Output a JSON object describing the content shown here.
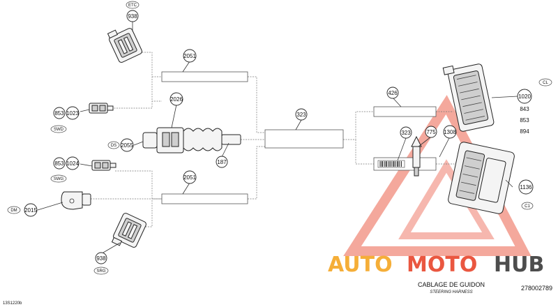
{
  "diagram": {
    "title": "CABLAGE DE GUIDON",
    "subtitle": "STEERING HARNESS",
    "part_number": "278002789",
    "figure_code": "13S1220b"
  },
  "callouts": {
    "etc_tag": "ETC",
    "etc_part": "938",
    "harness_top": "2051",
    "switch_part": "2026",
    "swd_part_a": "853",
    "swd_part_b": "1023",
    "swd_tag": "SWD",
    "ds_tag": "DS",
    "ds_part": "2055",
    "clamp_part": "187",
    "main_harness": "323",
    "swg_part_a": "853",
    "swg_part_b": "1024",
    "swg_tag": "SWG",
    "harness_bottom": "2051",
    "dm_tag": "DM",
    "dm_part": "2015",
    "srg_part": "938",
    "srg_tag": "SRG",
    "label_part": "426",
    "conn_cl_part": "1020",
    "conn_cl_sub1": "843",
    "conn_cl_sub2": "853",
    "conn_cl_sub3": "894",
    "conn_cl_tag": "CL",
    "sub_harness": "323",
    "tie_part": "775",
    "tie_part_b": "1308",
    "conn_c1_part": "1136",
    "conn_c1_tag": "C1"
  },
  "watermark": {
    "word_1": "AUTO",
    "word_2": "MOTO",
    "word_3": "HUB",
    "color_primary": "#f5a623",
    "color_secondary": "#e8452c",
    "color_tertiary": "#3a3a3a"
  }
}
